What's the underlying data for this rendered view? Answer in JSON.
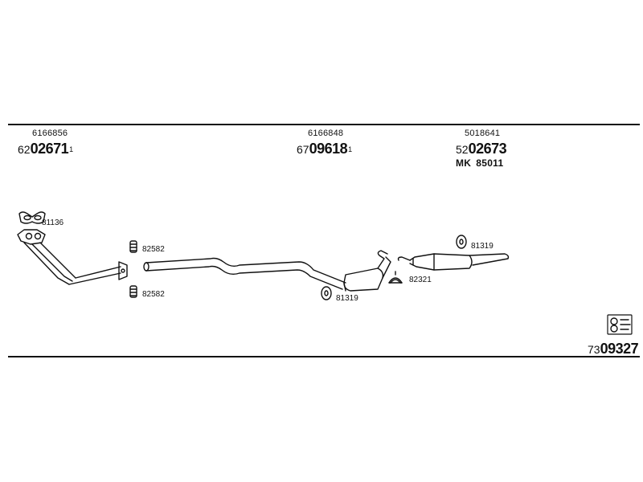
{
  "headers": [
    {
      "ref": "6166856",
      "prefix": "62",
      "main": "02671",
      "sup": "1"
    },
    {
      "ref": "6166848",
      "prefix": "67",
      "main": "09618",
      "sup": "1"
    },
    {
      "ref": "5018641",
      "prefix": "52",
      "main": "02673",
      "sup": ""
    }
  ],
  "mk": {
    "prefix": "MK",
    "code": "85011"
  },
  "parts": {
    "gasket": "81136",
    "clamp_upper": "82582",
    "clamp_lower": "82582",
    "rubber_mid": "81319",
    "bracket": "82321",
    "rubber_rear": "81319"
  },
  "footer": {
    "prefix": "73",
    "main": "09327"
  }
}
